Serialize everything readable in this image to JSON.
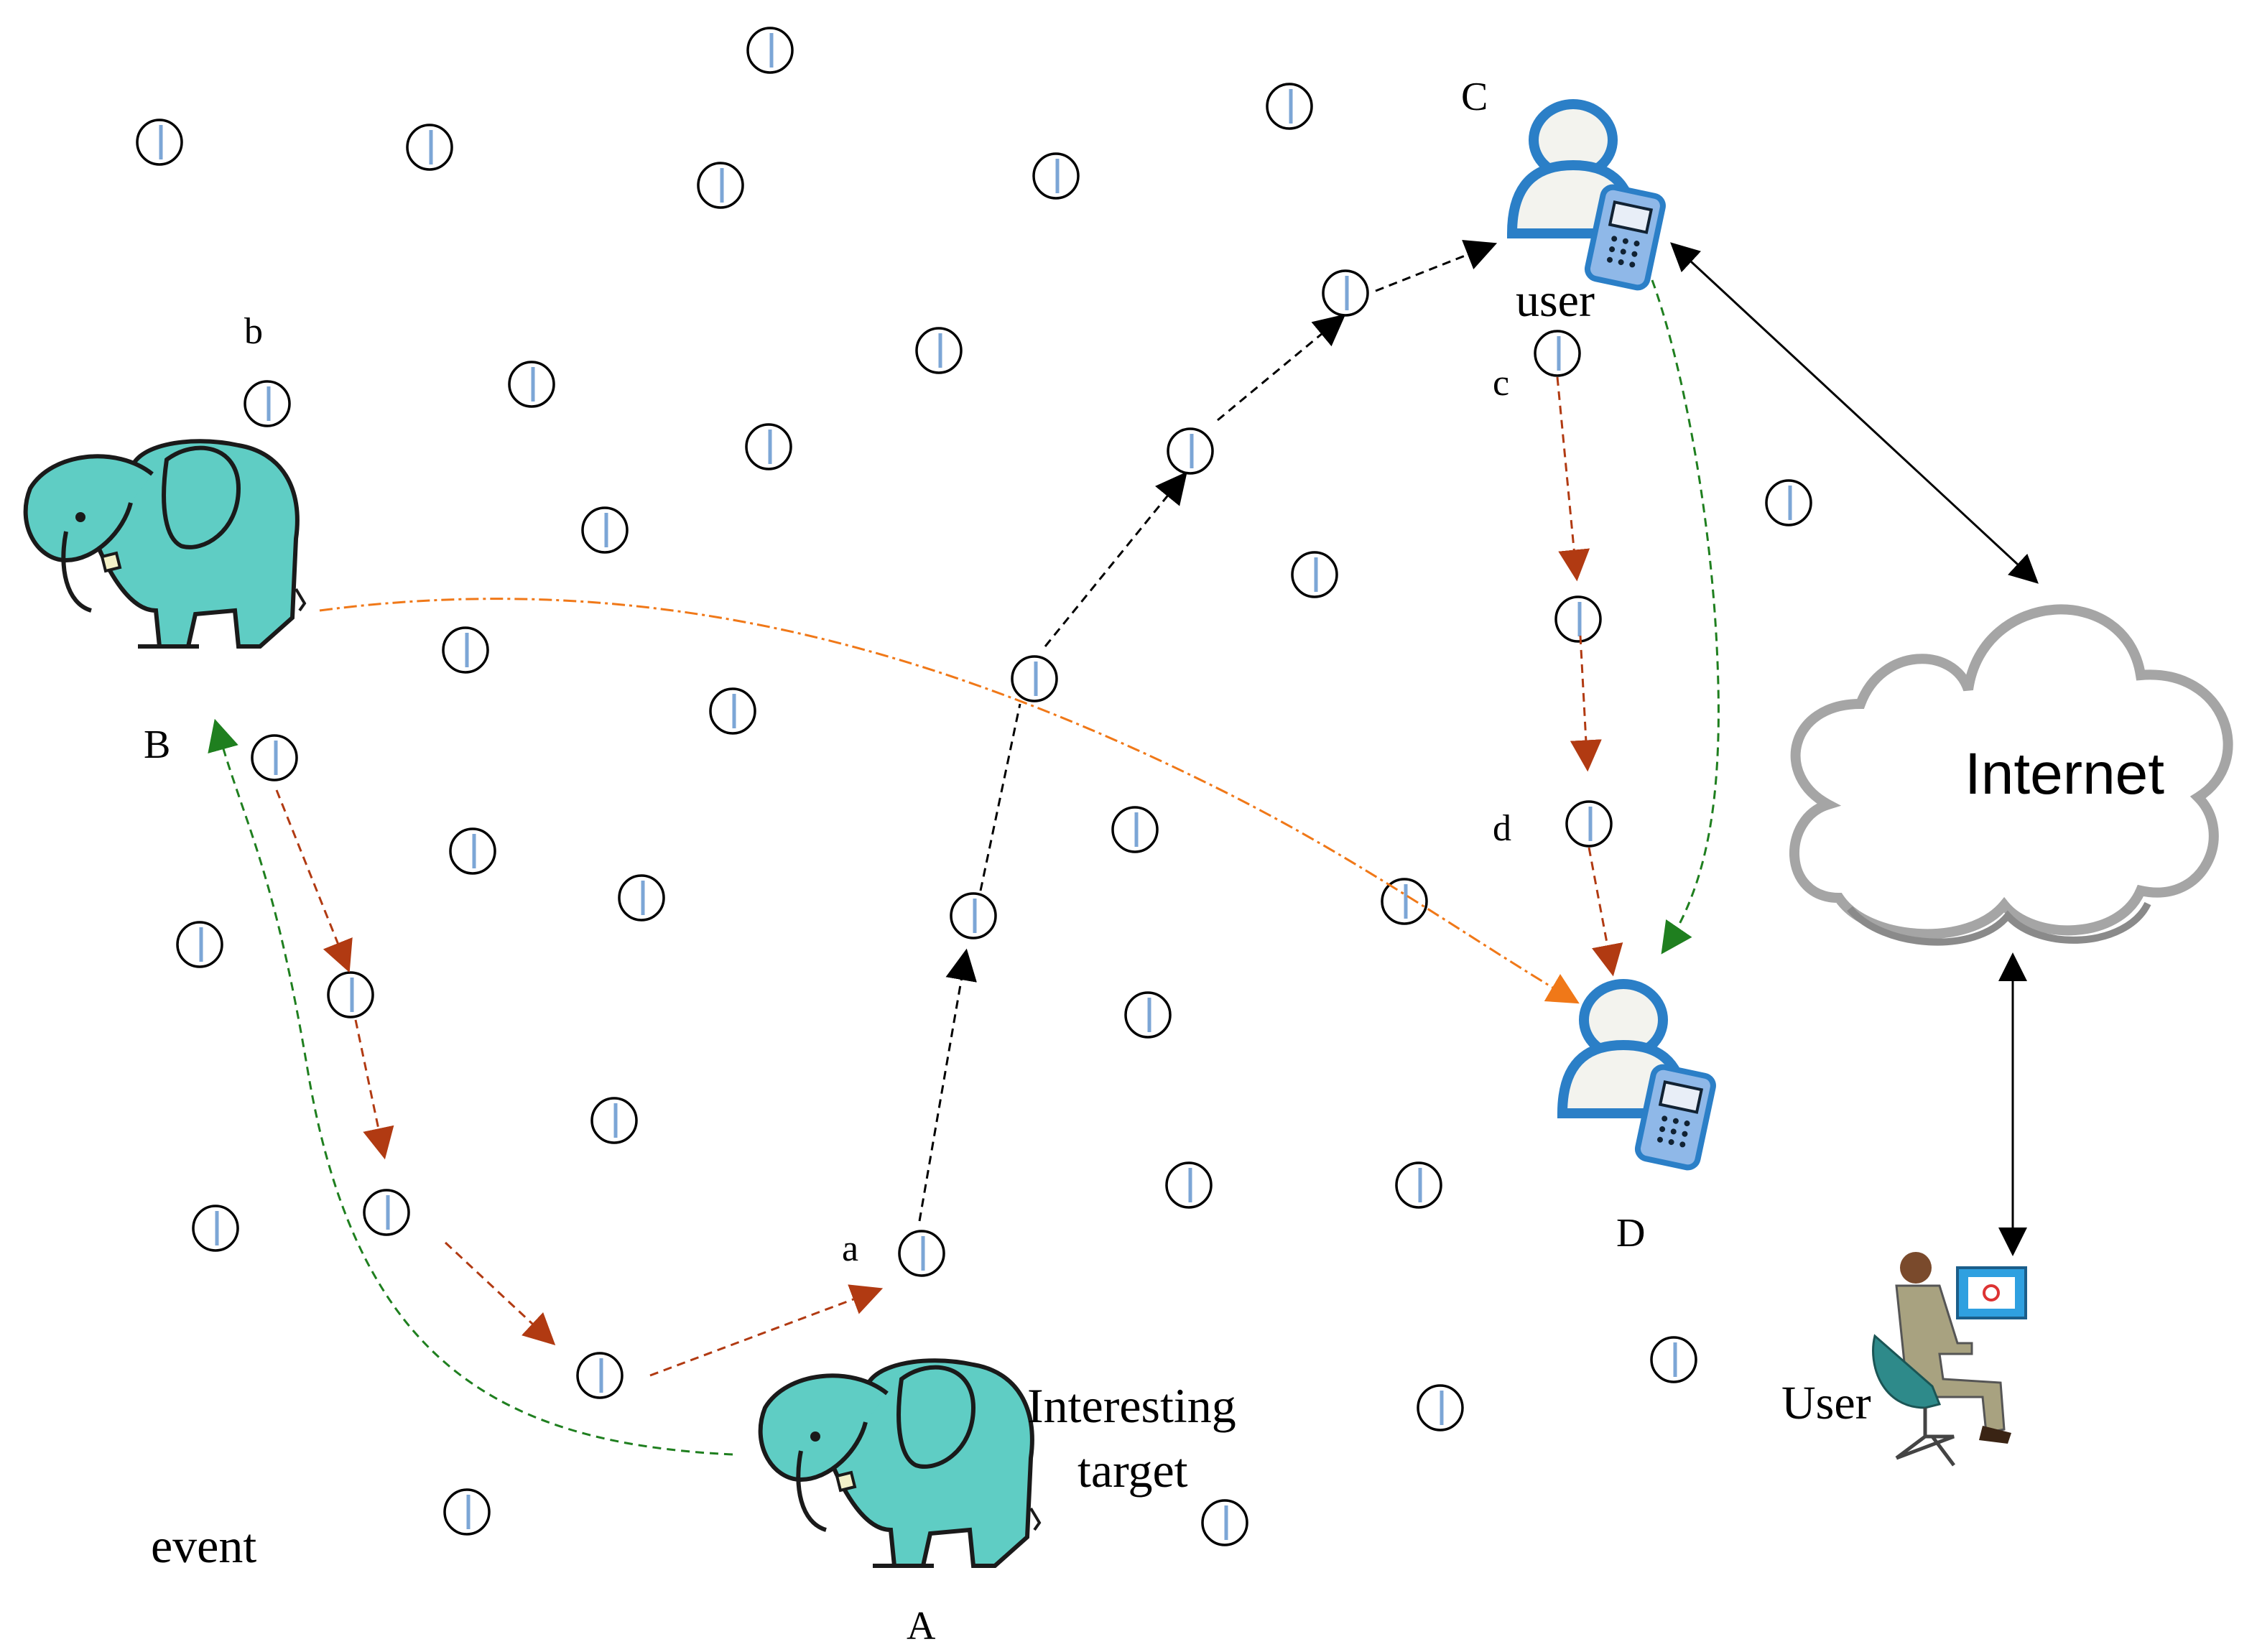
{
  "labels": {
    "a": "a",
    "b": "b",
    "c": "c",
    "d": "d",
    "A": "A",
    "B": "B",
    "C": "C",
    "D": "D",
    "user_top": "user",
    "interesting_target_line1": "Interesting",
    "interesting_target_line2": "target",
    "event": "event",
    "internet": "Internet",
    "user_computer": "User"
  },
  "colors": {
    "elephant_body": "#5fcdc4",
    "elephant_outline": "#1a1a1a",
    "phone_blue": "#2b7fc7",
    "path_black": "#000000",
    "path_red": "#b13a12",
    "path_green": "#1f7f1f",
    "path_orange": "#f07818",
    "cloud_gray": "#a5a5a5",
    "node_stripe": "#7ca6d6"
  },
  "icons": {
    "sensor_node": "sensor-node-icon",
    "elephant": "elephant-icon",
    "mobile_user": "mobile-user-icon",
    "internet_cloud": "cloud-icon",
    "computer_user": "computer-user-icon"
  }
}
